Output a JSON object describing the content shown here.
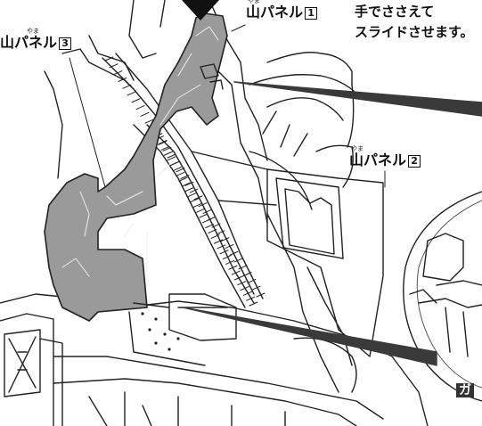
{
  "labels": {
    "panel1": {
      "text": "山パネル",
      "num": "1",
      "ruby": "やま"
    },
    "panel2": {
      "text": "山パネル",
      "num": "2",
      "ruby": "やま"
    },
    "panel3": {
      "text": "山パネル",
      "num": "3",
      "ruby": "やま"
    },
    "instruction_line1": "手でささえて",
    "instruction_line2": "スライドさせます。",
    "callout_partial": "ガ"
  },
  "colors": {
    "panel_fill": "#9a9a9a",
    "line": "#222222",
    "pointer_fill": "#3a3a3a"
  }
}
